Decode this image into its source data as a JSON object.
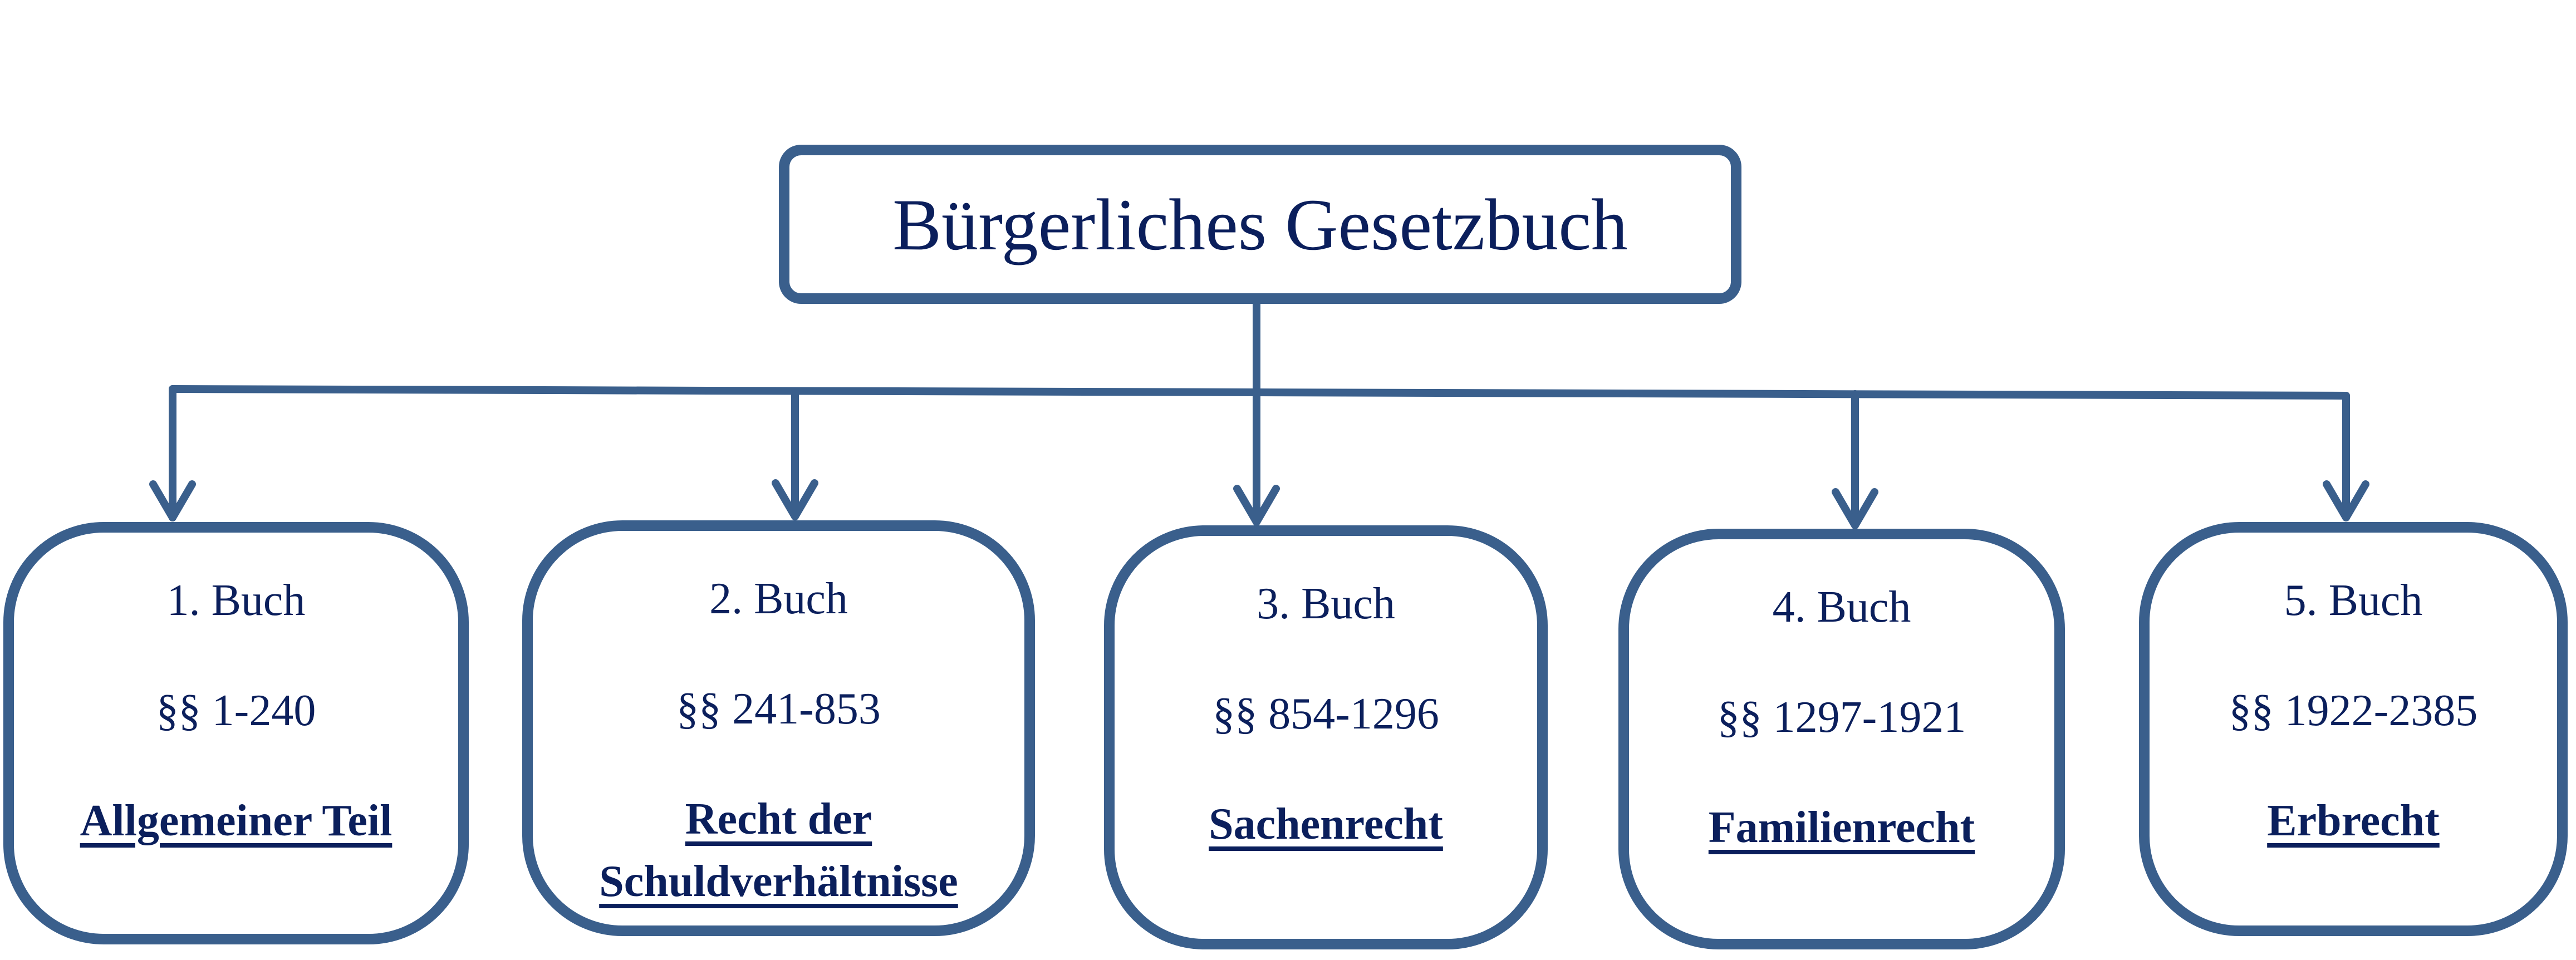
{
  "root": {
    "title": "Bürgerliches Gesetzbuch"
  },
  "books": [
    {
      "label": "1. Buch",
      "range": "§§ 1-240",
      "name": "Allgemeiner Teil"
    },
    {
      "label": "2. Buch",
      "range": "§§ 241-853",
      "name_line1": "Recht der",
      "name_line2": "Schuldverhältnisse"
    },
    {
      "label": "3. Buch",
      "range": "§§ 854-1296",
      "name": "Sachenrecht"
    },
    {
      "label": "4. Buch",
      "range": "§§ 1297-1921",
      "name": "Familienrecht"
    },
    {
      "label": "5. Buch",
      "range": "§§ 1922-2385",
      "name": "Erbrecht"
    }
  ],
  "colors": {
    "stroke": "#3a5f8c",
    "text": "#0b1f5c"
  }
}
